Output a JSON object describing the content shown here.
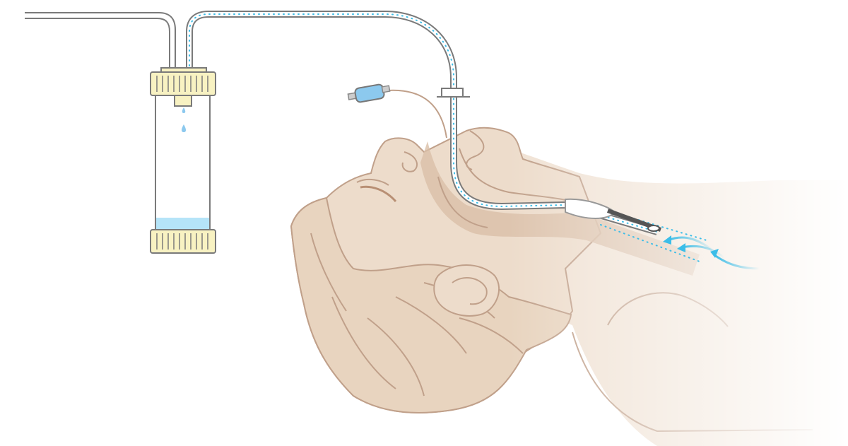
{
  "diagram": {
    "colors": {
      "skin": "#eddccb",
      "skin_shadow": "#d9bfa8",
      "skin_outline": "#c0a08a",
      "tube": "#7a7a7a",
      "dots": "#3bbde8",
      "cap": "#f8f2c2",
      "liquid": "#b5e4f8",
      "cuff": "#8cc9ee",
      "airflow": "#3bbde8"
    },
    "icons": [
      "suction-canister",
      "endotracheal-tube",
      "cuff-pilot-balloon",
      "airflow-arrows",
      "fluid-drop"
    ]
  }
}
